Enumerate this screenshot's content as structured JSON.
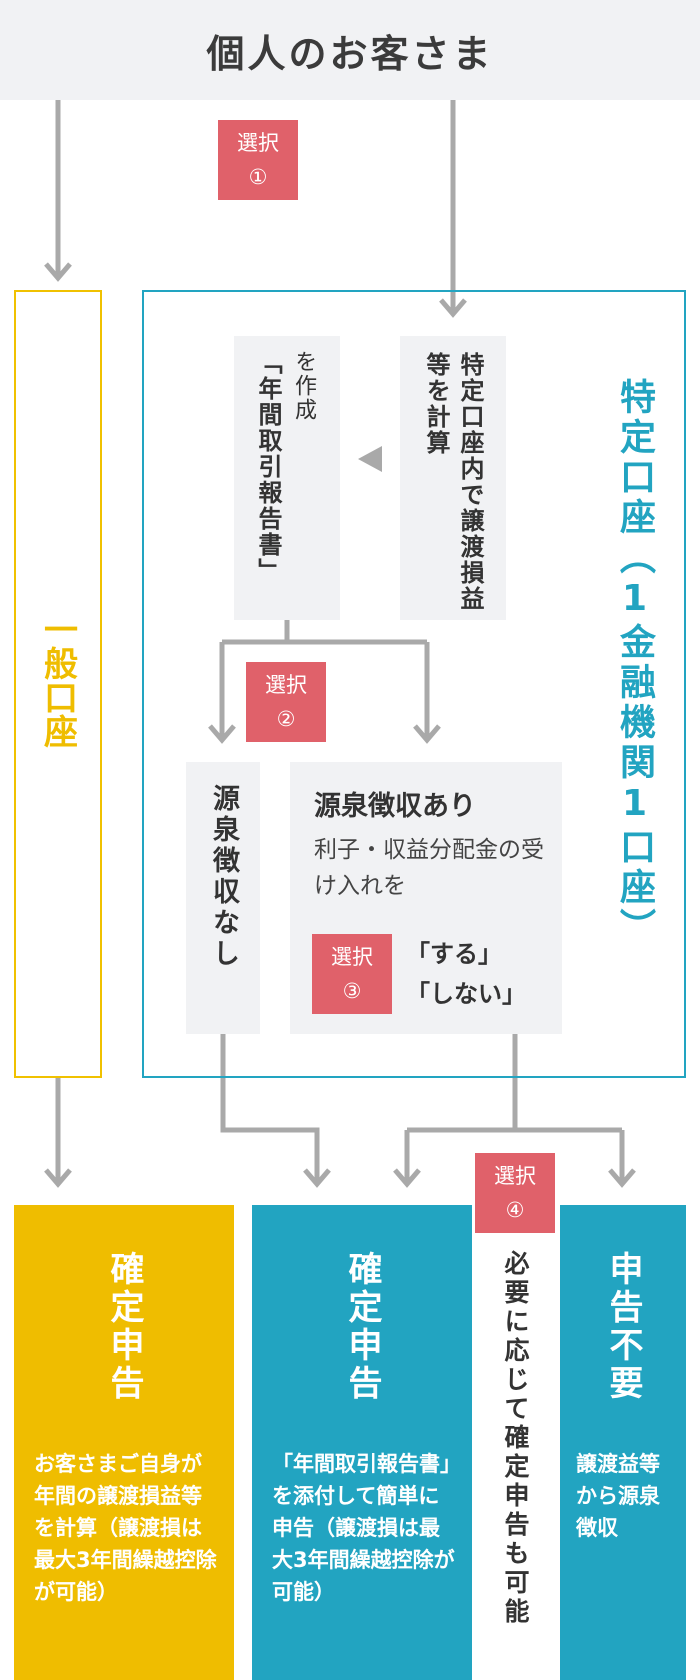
{
  "header": {
    "title": "個人のお客さま"
  },
  "badges": {
    "b1": {
      "label": "選択",
      "num": "①"
    },
    "b2": {
      "label": "選択",
      "num": "②"
    },
    "b3": {
      "label": "選択",
      "num": "③"
    },
    "b4": {
      "label": "選択",
      "num": "④"
    }
  },
  "ippan": {
    "label": "一般口座"
  },
  "tokutei": {
    "label": "特定口座（1金融機関1口座）",
    "calc": "特定口座内で譲渡損益等を計算",
    "report_title": "「年間取引報告書」",
    "report_suffix": "を作成",
    "withholding_none": "源泉徴収なし",
    "withholding_yes": {
      "title": "源泉徴収あり",
      "desc": "利子・収益分配金の受け入れを",
      "option_do": "「する」",
      "option_dont": "「しない」"
    }
  },
  "outcomes": {
    "ippan": {
      "title": "確定申告",
      "desc": "お客さまご自身が年間の譲渡損益等を計算（譲渡損は最大3年間繰越控除が可能）"
    },
    "tokutei_report": {
      "title": "確定申告",
      "desc": "「年間取引報告書」を添付して簡単に申告（譲渡損は最大3年間繰越控除が可能）"
    },
    "optional": "必要に応じて確定申告も可能",
    "not_required": {
      "title": "申告不要",
      "desc": "譲渡益等から源泉徴収"
    }
  },
  "colors": {
    "yellow": "#efbd00",
    "blue": "#22a4c1",
    "red": "#e0616a",
    "gray_box": "#f1f2f4",
    "line": "#a9a9a9"
  }
}
